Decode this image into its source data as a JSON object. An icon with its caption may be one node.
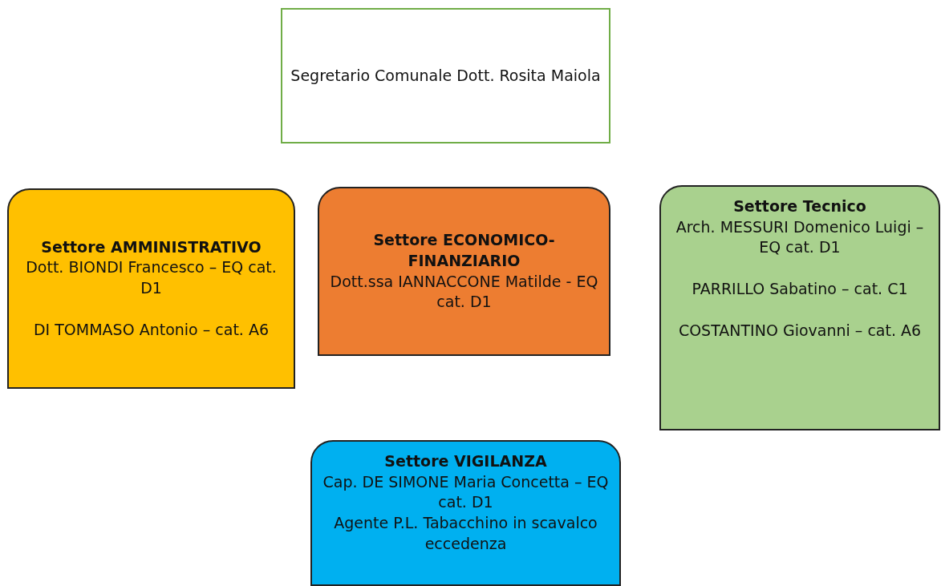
{
  "diagram": {
    "nodes": [
      {
        "text": [
          "Segretario Comunale Dott. Rosita Maiola"
        ]
      },
      {
        "text": [
          "Settore AMMINISTRATIVO",
          "Dott. BIONDI Francesco – EQ cat. D1",
          "DI TOMMASO Antonio – cat. A6"
        ]
      },
      {
        "text": [
          "Settore ECONOMICO-FINANZIARIO",
          "Dott.ssa IANNACCONE Matilde - EQ cat. D1"
        ]
      },
      {
        "text": [
          "Settore Tecnico",
          "Arch. MESSURI Domenico Luigi – EQ cat. D1",
          "PARRILLO Sabatino – cat. C1",
          "COSTANTINO Giovanni – cat. A6"
        ]
      },
      {
        "text": [
          "Settore VIGILANZA",
          "Cap. DE SIMONE Maria Concetta – EQ cat. D1",
          "Agente P.L. Tabacchino in scavalco eccedenza"
        ]
      }
    ],
    "edges": []
  }
}
